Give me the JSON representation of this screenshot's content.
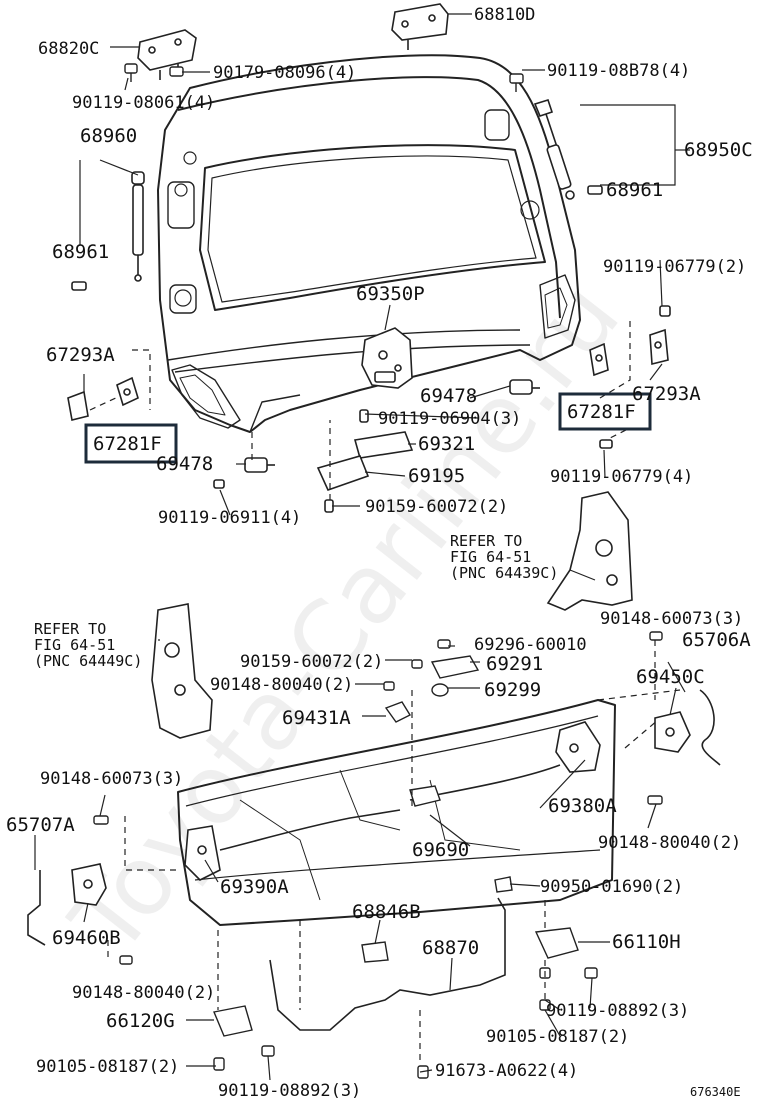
{
  "diagram_code": "676340E",
  "watermark": "Toyota-Carline.ru",
  "parts": [
    {
      "id": "p68810D",
      "text": "68810D"
    },
    {
      "id": "p68820C",
      "text": "68820C"
    },
    {
      "id": "p90179_08096",
      "text": "90179-08096(4)"
    },
    {
      "id": "p90119_08061",
      "text": "90119-08061(4)"
    },
    {
      "id": "p90119_08B78",
      "text": "90119-08B78(4)"
    },
    {
      "id": "p68960",
      "text": "68960"
    },
    {
      "id": "p68950C",
      "text": "68950C"
    },
    {
      "id": "p68961_r",
      "text": "68961"
    },
    {
      "id": "p68961_l",
      "text": "68961"
    },
    {
      "id": "p90119_06779_top",
      "text": "90119-06779(2)"
    },
    {
      "id": "p69350P",
      "text": "69350P"
    },
    {
      "id": "p67293A_l",
      "text": "67293A"
    },
    {
      "id": "p67293A_r",
      "text": "67293A"
    },
    {
      "id": "p69478_r",
      "text": "69478"
    },
    {
      "id": "p67281F_r",
      "text": "67281F"
    },
    {
      "id": "p90119_06904",
      "text": "90119-06904(3)"
    },
    {
      "id": "p67281F_l",
      "text": "67281F"
    },
    {
      "id": "p69321",
      "text": "69321"
    },
    {
      "id": "p69478_l",
      "text": "69478"
    },
    {
      "id": "p90119_06779_bot",
      "text": "90119-06779(4)"
    },
    {
      "id": "p69195",
      "text": "69195"
    },
    {
      "id": "p90159_60072_a",
      "text": "90159-60072(2)"
    },
    {
      "id": "p90119_06911",
      "text": "90119-06911(4)"
    },
    {
      "id": "p90148_60073_r",
      "text": "90148-60073(3)"
    },
    {
      "id": "p65706A",
      "text": "65706A"
    },
    {
      "id": "p69296_60010",
      "text": "69296-60010"
    },
    {
      "id": "p90159_60072_b",
      "text": "90159-60072(2)"
    },
    {
      "id": "p69291",
      "text": "69291"
    },
    {
      "id": "p90148_80040_a",
      "text": "90148-80040(2)"
    },
    {
      "id": "p69299",
      "text": "69299"
    },
    {
      "id": "p69450C",
      "text": "69450C"
    },
    {
      "id": "p69431A",
      "text": "69431A"
    },
    {
      "id": "p90148_60073_l",
      "text": "90148-60073(3)"
    },
    {
      "id": "p69380A",
      "text": "69380A"
    },
    {
      "id": "p65707A",
      "text": "65707A"
    },
    {
      "id": "p90148_80040_b",
      "text": "90148-80040(2)"
    },
    {
      "id": "p69690",
      "text": "69690"
    },
    {
      "id": "p69390A",
      "text": "69390A"
    },
    {
      "id": "p90950_01690",
      "text": "90950-01690(2)"
    },
    {
      "id": "p68846B",
      "text": "68846B"
    },
    {
      "id": "p69460B",
      "text": "69460B"
    },
    {
      "id": "p68870",
      "text": "68870"
    },
    {
      "id": "p66110H",
      "text": "66110H"
    },
    {
      "id": "p90148_80040_c",
      "text": "90148-80040(2)"
    },
    {
      "id": "p90119_08892_r",
      "text": "90119-08892(3)"
    },
    {
      "id": "p66120G",
      "text": "66120G"
    },
    {
      "id": "p90105_08187_r",
      "text": "90105-08187(2)"
    },
    {
      "id": "p90105_08187_l",
      "text": "90105-08187(2)"
    },
    {
      "id": "p91673_A0622",
      "text": "91673-A0622(4)"
    },
    {
      "id": "p90119_08892_l",
      "text": "90119-08892(3)"
    }
  ],
  "references": {
    "right": {
      "line1": "REFER TO",
      "line2": "FIG 64-51",
      "line3": "(PNC 64439C)"
    },
    "left": {
      "line1": "REFER TO",
      "line2": "FIG 64-51",
      "line3": "(PNC 64449C)"
    }
  }
}
